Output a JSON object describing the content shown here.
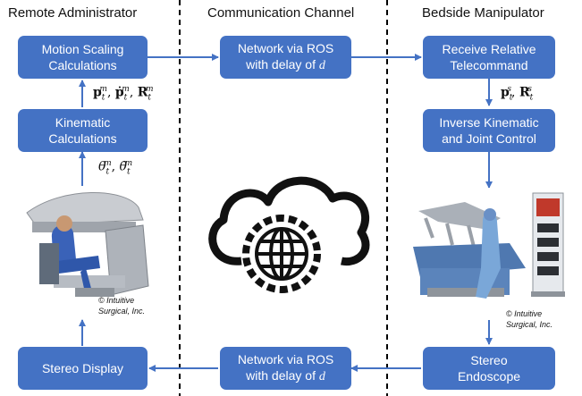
{
  "columns": {
    "left": "Remote Administrator",
    "middle": "Communication Channel",
    "right": "Bedside Manipulator"
  },
  "boxes": {
    "motion_scaling": [
      "Motion Scaling",
      "Calculations"
    ],
    "kinematic": [
      "Kinematic",
      "Calculations"
    ],
    "stereo_display": [
      "Stereo Display"
    ],
    "network_top": [
      "Network via ROS",
      "with delay of "
    ],
    "network_bottom": [
      "Network via ROS",
      "with delay of "
    ],
    "delay_symbol": "d",
    "receive": [
      "Receive Relative",
      "Telecommand"
    ],
    "inverse": [
      "Inverse Kinematic",
      "and Joint Control"
    ],
    "endoscope": [
      "Stereo",
      "Endoscope"
    ]
  },
  "equations": {
    "master_pose": "p_t^m, ṗ_t^m, R_t^m",
    "master_joints": "θ_t^m, θ̇_t^m",
    "slave_pose": "p_t^s, R_t^s"
  },
  "credits": {
    "left": [
      "© Intuitive",
      "Surgical, Inc."
    ],
    "right": [
      "© Intuitive",
      "Surgical, Inc."
    ]
  },
  "colors": {
    "box": "#4472c4",
    "arrow": "#4472c4",
    "divider": "#000000"
  },
  "icons": [
    "cloud-globe-icon",
    "surgeon-console-image",
    "patient-cart-image"
  ]
}
